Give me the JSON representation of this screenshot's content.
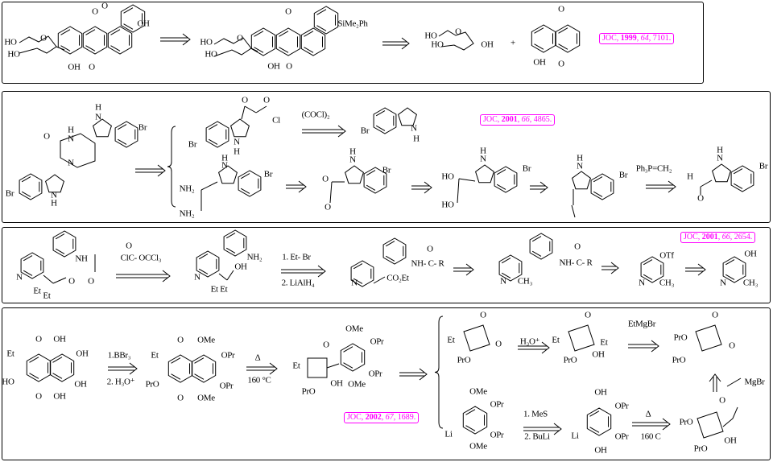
{
  "colors": {
    "line": "#000000",
    "reference": "#ff00ff",
    "background": "#ffffff"
  },
  "panels": [
    {
      "labels": [
        "O",
        "O",
        "OH",
        "HO",
        "O",
        "HO",
        "OH",
        "O",
        "O",
        "SiMe₂Ph",
        "HO",
        "O",
        "HO",
        "OH",
        "O",
        "HO",
        "HO",
        "O",
        "OH",
        "+",
        "O",
        "OH",
        "O"
      ],
      "reference": {
        "journal": "JOC, ",
        "year": "1999",
        "sep1": ", ",
        "volume": "64",
        "sep2": ", ",
        "page": "7101."
      }
    },
    {
      "labels": [
        "H",
        "N",
        "Br",
        "O",
        "H",
        "N",
        "N",
        "Br",
        "N",
        "H",
        "O",
        "O",
        "Cl",
        "Br",
        "N",
        "H",
        "(COCl)₂",
        "Br",
        "N",
        "H",
        "H",
        "N",
        "Br",
        "NH₂",
        "NH₂",
        "H",
        "N",
        "Br",
        "O",
        "O",
        "H",
        "N",
        "Br",
        "HO",
        "HO",
        "H",
        "N",
        "Br",
        "Ph₃P=CH₂",
        "H",
        "N",
        "Br",
        "H",
        "O"
      ],
      "reference": {
        "journal": "JOC, ",
        "year": "2001",
        "sep1": ", ",
        "volume": "66",
        "sep2": ", ",
        "page": "4865."
      }
    },
    {
      "labels": [
        "NH",
        "N",
        "O",
        "O",
        "Et",
        "Et",
        "O",
        "ClC- OCCl₃",
        "NH₂",
        "N",
        "OH",
        "Et Et",
        "1. Et- Br",
        "2. LiAlH₄",
        "NH- C- R",
        "O",
        "N",
        "CO₂Et",
        "NH- C- R",
        "O",
        "N",
        "CH₃",
        "OTf",
        "N",
        "CH₃",
        "OH",
        "N",
        "CH₃"
      ],
      "reference": {
        "journal": "JOC, ",
        "year": "2001",
        "sep1": ", ",
        "volume": "66",
        "sep2": ", ",
        "page": "2654."
      }
    },
    {
      "labels": [
        "O",
        "OH",
        "Et",
        "OH",
        "HO",
        "OH",
        "O",
        "OH",
        "1.BBr₃",
        "2. H₃O⁺",
        "O",
        "OMe",
        "Et",
        "OPr",
        "PrO",
        "OPr",
        "O",
        "OMe",
        "Δ",
        "160 °C",
        "OMe",
        "O",
        "OPr",
        "Et",
        "OPr",
        "OH",
        "OMe",
        "PrO",
        "O",
        "Et",
        "O",
        "PrO",
        "H₃O⁺",
        "O",
        "Et",
        "Et",
        "OH",
        "PrO",
        "EtMgBr",
        "O",
        "PrO",
        "O",
        "PrO",
        "MgBr",
        "OMe",
        "OPr",
        "Li",
        "OPr",
        "OMe",
        "1. MeS",
        "2. BuLi",
        "OH",
        "OPr",
        "Li",
        "OPr",
        "OH",
        "Δ",
        "160 C",
        "O",
        "PrO",
        "OH",
        "PrO"
      ],
      "reference": {
        "journal": "JOC, ",
        "year": "2002",
        "sep1": ", ",
        "volume": "67",
        "sep2": ", ",
        "page": "1689."
      }
    }
  ]
}
